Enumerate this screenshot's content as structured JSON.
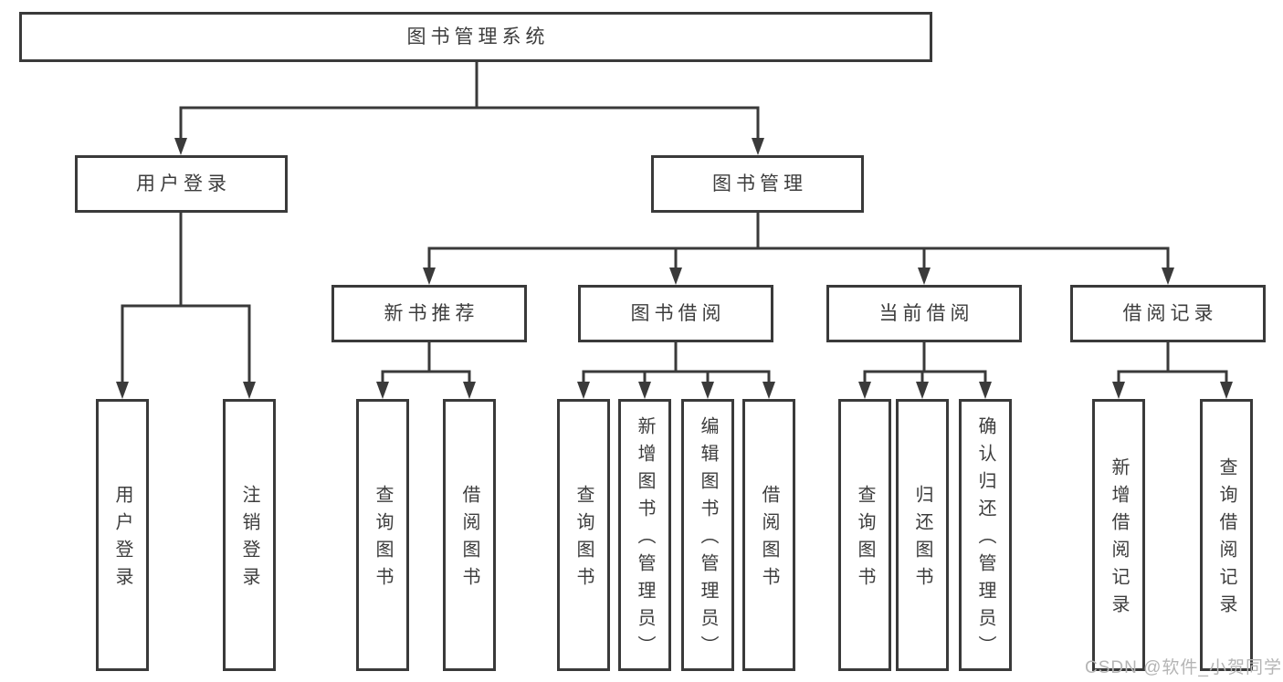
{
  "tree": {
    "label": "图书管理系统",
    "children": [
      {
        "label": "用户登录",
        "children": [
          {
            "label": "用户登录"
          },
          {
            "label": "注销登录"
          }
        ]
      },
      {
        "label": "图书管理",
        "children": [
          {
            "label": "新书推荐",
            "children": [
              {
                "label": "查询图书"
              },
              {
                "label": "借阅图书"
              }
            ]
          },
          {
            "label": "图书借阅",
            "children": [
              {
                "label": "查询图书"
              },
              {
                "label": "新增图书（管理员）"
              },
              {
                "label": "编辑图书（管理员）"
              },
              {
                "label": "借阅图书"
              }
            ]
          },
          {
            "label": "当前借阅",
            "children": [
              {
                "label": "查询图书"
              },
              {
                "label": "归还图书"
              },
              {
                "label": "确认归还（管理员）"
              }
            ]
          },
          {
            "label": "借阅记录",
            "children": [
              {
                "label": "新增借阅记录"
              },
              {
                "label": "查询借阅记录"
              }
            ]
          }
        ]
      }
    ]
  },
  "watermark": {
    "text": "CSDN @软件_小贺同学",
    "color": "#b5b5b5"
  },
  "colors": {
    "background": "#ffffff",
    "line": "#3a3a3a",
    "text": "#3d3d3d"
  }
}
